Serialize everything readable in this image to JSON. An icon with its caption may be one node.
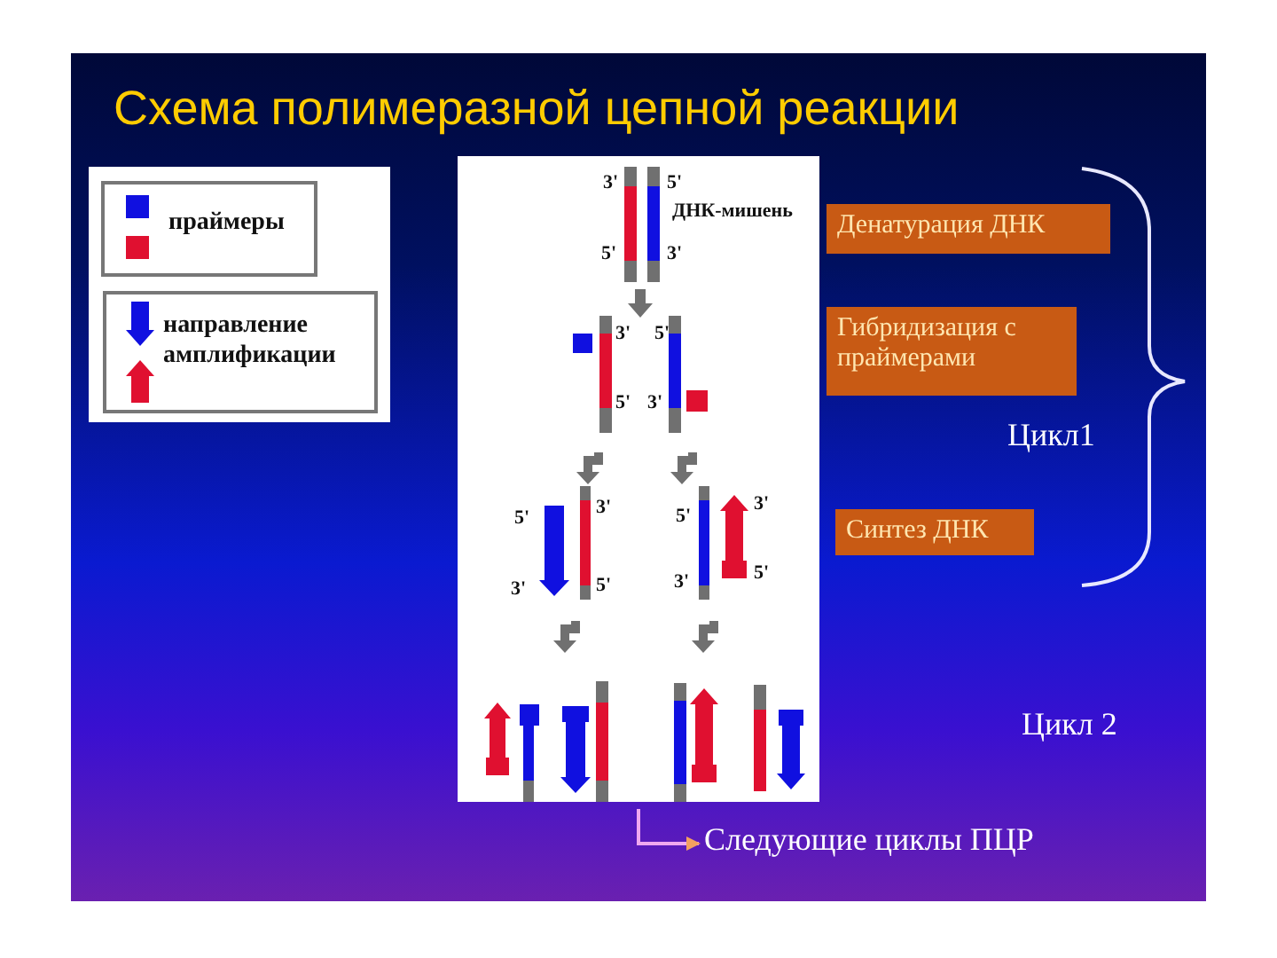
{
  "diagram": {
    "title": "Схема полимеразной цепной реакции",
    "nodes": [
      {
        "text": [
          "Денатурация ДНК"
        ]
      },
      {
        "text": [
          "Гибридизация с праймерами"
        ]
      },
      {
        "text": [
          "Синтез ДНК"
        ]
      },
      {
        "text": [
          "Следующие циклы ПЦР"
        ]
      }
    ],
    "edges": [
      {
        "from": null,
        "to": 3,
        "arrow": "to"
      }
    ],
    "labels": [
      "3'",
      "5'",
      "ДНК-мишень",
      "5'",
      "3'",
      "3'",
      "5'",
      "5'",
      "3'",
      "Цикл1",
      "5'",
      "3'",
      "5'",
      "3'",
      "3'",
      "5'",
      "3'",
      "5'",
      "Цикл 2"
    ],
    "legend": [
      {
        "text": "праймеры"
      },
      {
        "text": "направление амплификации"
      }
    ]
  }
}
